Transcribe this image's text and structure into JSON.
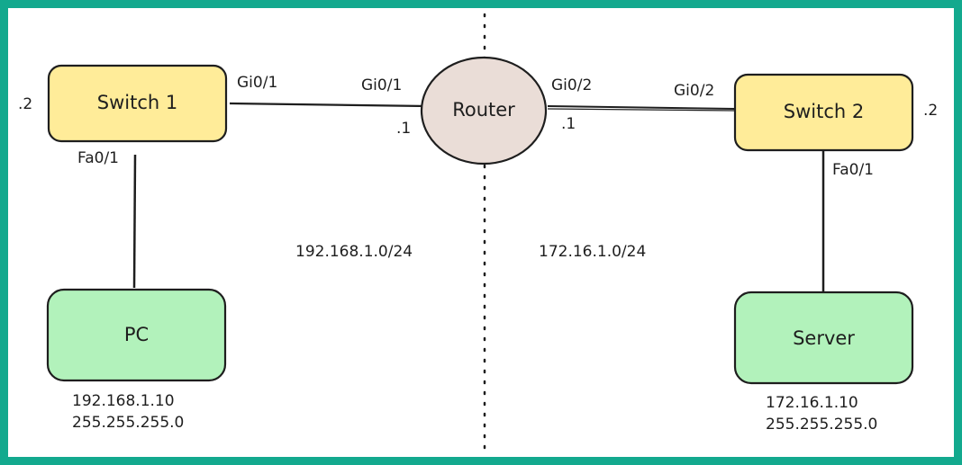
{
  "colors": {
    "frame": "#13a98e",
    "switch_fill": "#ffec99",
    "switch_stroke": "#1e1e1e",
    "endpoint_fill": "#b2f2bb",
    "router_fill": "#eaddd7",
    "line": "#1e1e1e"
  },
  "nodes": {
    "switch1": {
      "label": "Switch 1",
      "addr_suffix": ".2"
    },
    "switch2": {
      "label": "Switch 2",
      "addr_suffix": ".2"
    },
    "router": {
      "label": "Router"
    },
    "pc": {
      "label": "PC",
      "ip": "192.168.1.10",
      "mask": "255.255.255.0"
    },
    "server": {
      "label": "Server",
      "ip": "172.16.1.10",
      "mask": "255.255.255.0"
    }
  },
  "ports": {
    "switch1_uplink": "Gi0/1",
    "router_left": "Gi0/1",
    "router_left_addr": ".1",
    "router_right": "Gi0/2",
    "router_right_addr": ".1",
    "switch2_uplink": "Gi0/2",
    "switch1_access": "Fa0/1",
    "switch2_access": "Fa0/1"
  },
  "networks": {
    "left": "192.168.1.0/24",
    "right": "172.16.1.0/24"
  }
}
